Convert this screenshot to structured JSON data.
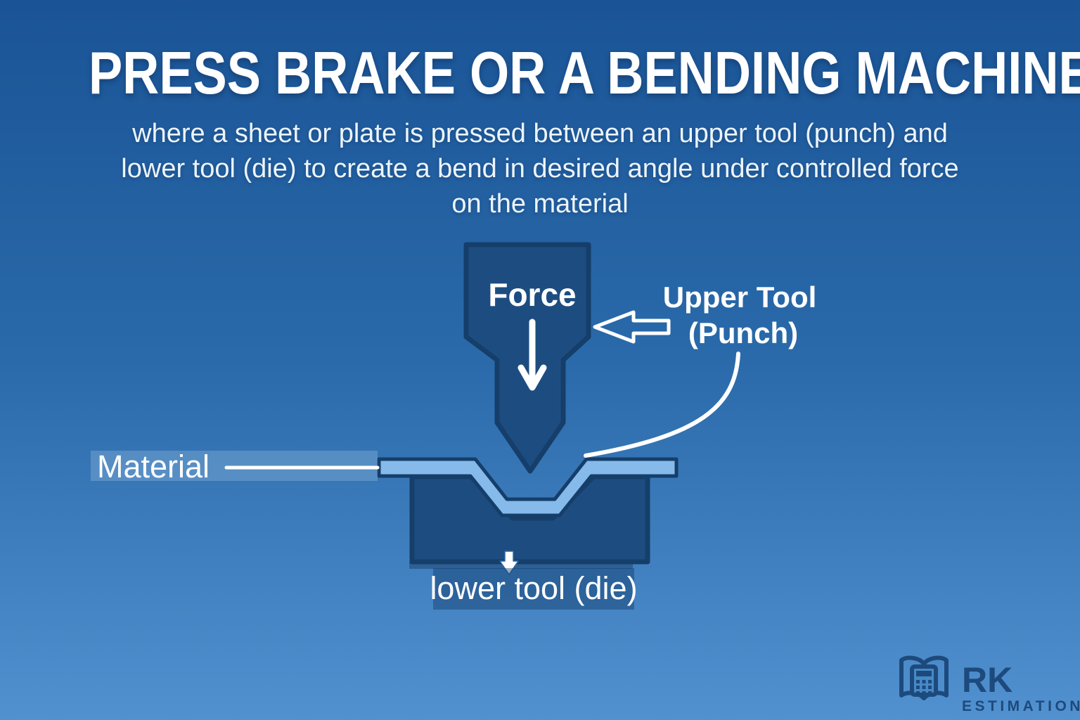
{
  "title": "PRESS BRAKE OR A BENDING MACHINE",
  "subtitle": "where a sheet or plate is pressed between an upper tool (punch) and lower tool (die) to create a bend in desired angle under controlled force on the material",
  "diagram": {
    "force_label": "Force",
    "upper_tool_label": [
      "Upper Tool",
      "(Punch)"
    ],
    "material_label": "Material",
    "lower_tool_label": "lower tool (die)"
  },
  "logo": {
    "name": "RK",
    "subtext": "ESTIMATION"
  },
  "icons": [
    {
      "name": "force-down-arrow-icon",
      "meaning": "downward force applied by punch"
    },
    {
      "name": "upper-tool-arrow-icon",
      "meaning": "hollow arrow pointing at punch"
    },
    {
      "name": "lower-tool-down-arrow-icon",
      "meaning": "small arrow pointing to die label"
    },
    {
      "name": "book-calculator-icon",
      "meaning": "RK Estimation logo mark"
    }
  ],
  "colors": {
    "background_top": "#1a5496",
    "background_middle": "#2a6aaa",
    "background_bottom": "#5291d0",
    "tool_fill": "#1d4d80",
    "tool_stroke": "#153e6a",
    "sheet_fill": "#85baea",
    "annotation_white": "#ffffff",
    "material_band_fill": "rgba(205,230,250,0.22)",
    "lower_band_fill": "rgba(15,55,100,0.42)",
    "logo_blue": "#1d4a7c"
  }
}
